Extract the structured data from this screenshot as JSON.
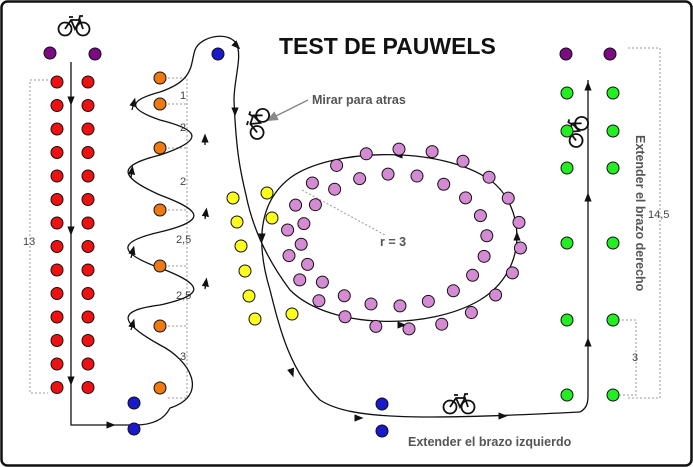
{
  "title": "TEST DE PAUWELS",
  "annotations": {
    "look_back": "Mirar para atras",
    "radius": "r = 3",
    "extend_right": "Extender el brazo derecho",
    "extend_left": "Extender el brazo izquierdo"
  },
  "dimensions": {
    "left_column": "13",
    "zigzag": [
      "1",
      "2",
      "2",
      "2,5",
      "2,5",
      "3"
    ],
    "right_column": "14,5",
    "right_spacing": "3"
  },
  "colors": {
    "purple": "#7a0b82",
    "red": "#ee1111",
    "orange": "#f07a12",
    "blue": "#1a1acc",
    "yellow": "#ffff1a",
    "pink": "#d58bd3",
    "green": "#22ee22"
  },
  "icons": [
    "bicycle-icon",
    "bicycle-icon",
    "bicycle-icon",
    "bicycle-icon"
  ]
}
